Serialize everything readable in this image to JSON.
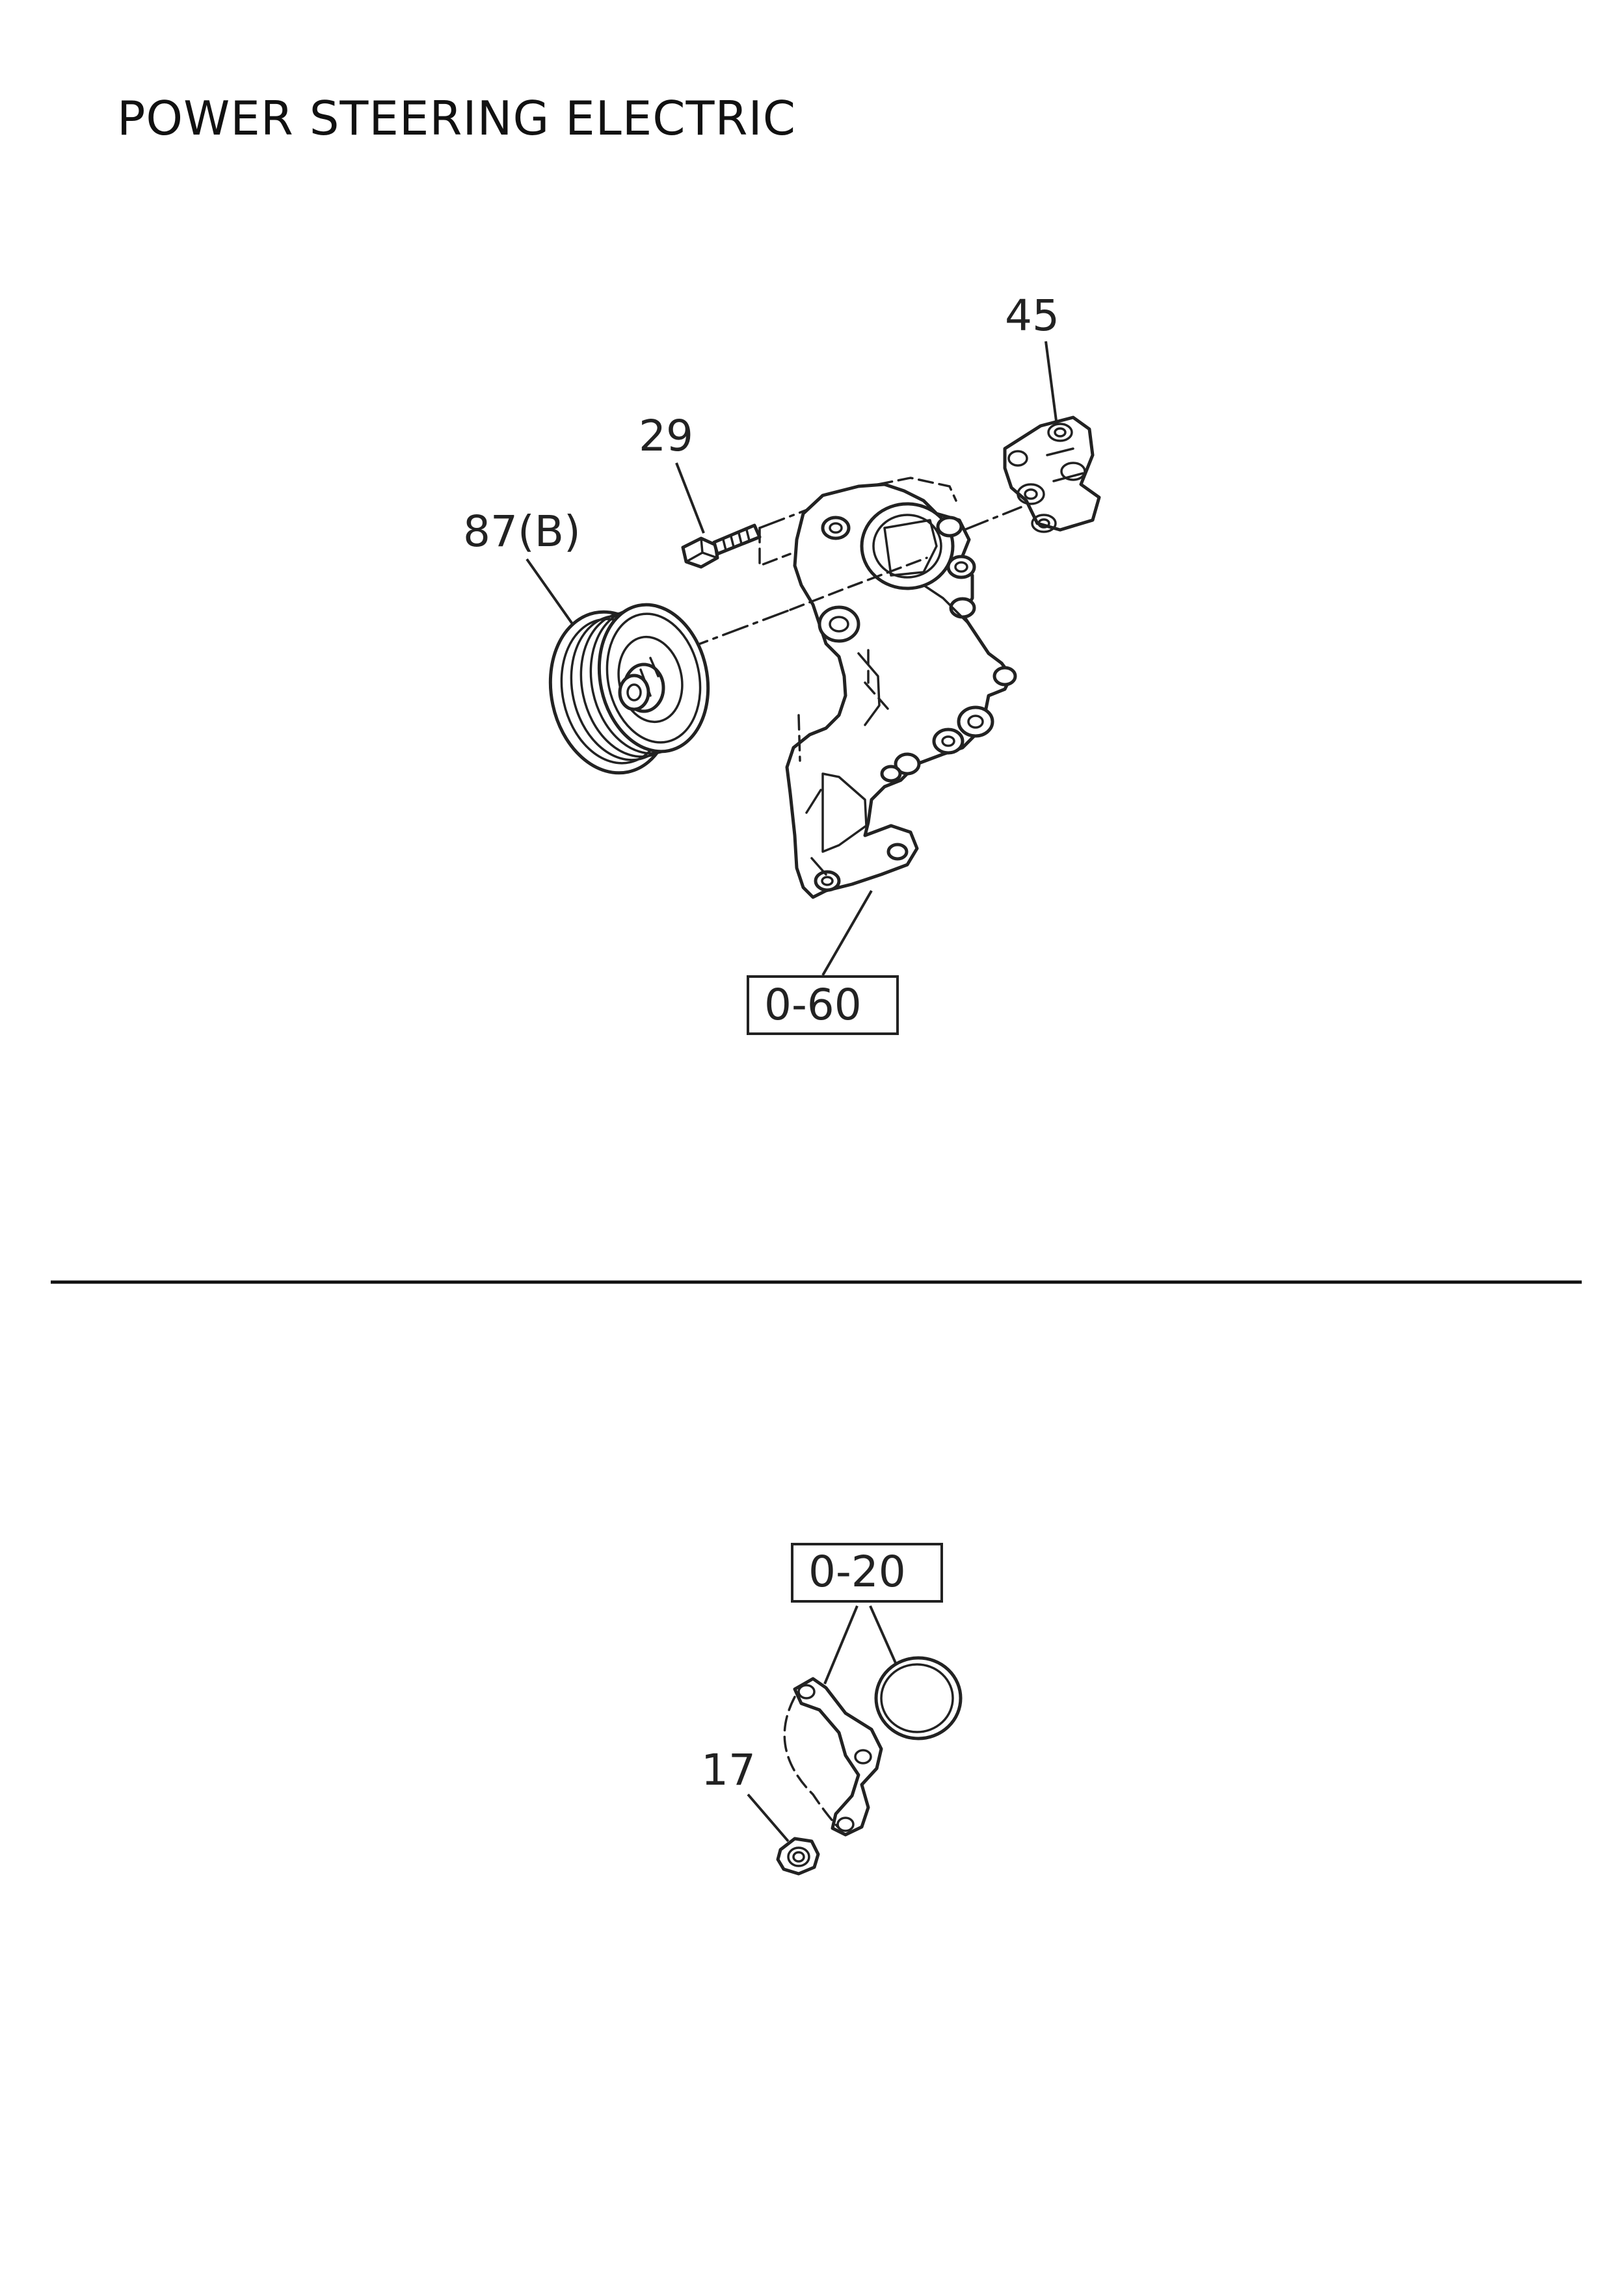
{
  "title": "POWER STEERING ELECTRIC",
  "diagram_upper": {
    "callouts": [
      {
        "id": "45",
        "label": "45"
      },
      {
        "id": "29",
        "label": "29"
      },
      {
        "id": "87b",
        "label": "87(B)"
      }
    ],
    "reference_box": {
      "label": "0-60"
    }
  },
  "diagram_lower": {
    "callouts": [
      {
        "id": "17",
        "label": "17"
      }
    ],
    "reference_box": {
      "label": "0-20"
    }
  }
}
